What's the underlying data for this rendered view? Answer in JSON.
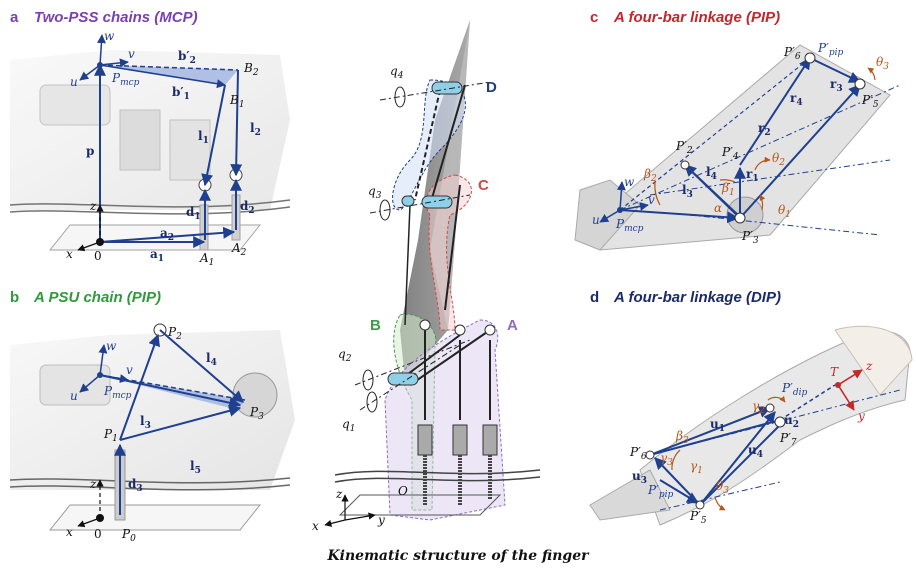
{
  "caption": "Kinematic structure of the finger",
  "panels": {
    "a": {
      "letter": "a",
      "title": "Two-PSS chains (MCP)",
      "title_color": "#7a3fb6",
      "letter_color": "#7a3fb6",
      "labels": {
        "w": "w",
        "u": "u",
        "v": "v",
        "pmcp": "P",
        "pmcp_sub": "mcp",
        "b2p": "b′",
        "b2p_sub": "2",
        "b1p": "b′",
        "b1p_sub": "1",
        "B2": "B",
        "B2_sub": "2",
        "B1": "B",
        "B1_sub": "1",
        "p": "p",
        "l1": "l",
        "l1_sub": "1",
        "l2": "l",
        "l2_sub": "2",
        "d1": "d",
        "d1_sub": "1",
        "d2": "d",
        "d2_sub": "2",
        "a1": "a",
        "a1_sub": "1",
        "a2": "a",
        "a2_sub": "2",
        "A1": "A",
        "A1_sub": "1",
        "A2": "A",
        "A2_sub": "2",
        "x": "x",
        "z": "z",
        "o": "0"
      }
    },
    "b": {
      "letter": "b",
      "title": "A PSU chain (PIP)",
      "title_color": "#2e9a3a",
      "letter_color": "#2e9a3a",
      "labels": {
        "w": "w",
        "u": "u",
        "v": "v",
        "pmcp": "P",
        "pmcp_sub": "mcp",
        "P2": "P",
        "P2_sub": "2",
        "P3": "P",
        "P3_sub": "3",
        "P1": "P",
        "P1_sub": "1",
        "P0": "P",
        "P0_sub": "0",
        "l4": "l",
        "l4_sub": "4",
        "l3": "l",
        "l3_sub": "3",
        "l5": "l",
        "l5_sub": "5",
        "d3": "d",
        "d3_sub": "3",
        "x": "x",
        "z": "z",
        "o": "0"
      }
    },
    "c": {
      "letter": "c",
      "title": "A four-bar linkage (PIP)",
      "title_color": "#c0282d",
      "letter_color": "#c0282d",
      "labels": {
        "P6p": "P′",
        "P6p_sub": "6",
        "Ppip": "P′",
        "Ppip_sub": "pip",
        "theta3": "θ",
        "theta3_sub": "3",
        "r3": "r",
        "r3_sub": "3",
        "P5p": "P′",
        "P5p_sub": "5",
        "r4": "r",
        "r4_sub": "4",
        "r2": "r",
        "r2_sub": "2",
        "P2p": "P′",
        "P2p_sub": "2",
        "P4p": "P′",
        "P4p_sub": "4",
        "theta2": "θ",
        "theta2_sub": "2",
        "beta2": "β",
        "beta2_sub": "2",
        "l4": "l",
        "l4_sub": "4",
        "r1": "r",
        "r1_sub": "1",
        "beta1": "β",
        "beta1_sub": "1",
        "l3": "l",
        "l3_sub": "3",
        "w": "w",
        "u": "u",
        "v": "v",
        "alpha": "α",
        "theta1": "θ",
        "theta1_sub": "1",
        "pmcp": "P",
        "pmcp_sub": "mcp",
        "P3p": "P′",
        "P3p_sub": "3"
      }
    },
    "d": {
      "letter": "d",
      "title": "A four-bar linkage (DIP)",
      "title_color": "#1a2a6a",
      "letter_color": "#1a2a6a",
      "labels": {
        "T": "T",
        "z": "z",
        "y": "y",
        "Pdip": "P′",
        "Pdip_sub": "dip",
        "gamma2": "γ",
        "gamma2_sub": "2",
        "u2": "u",
        "u2_sub": "2",
        "u1": "u",
        "u1_sub": "1",
        "P7p": "P′",
        "P7p_sub": "7",
        "beta3": "β",
        "beta3_sub": "3",
        "u4": "u",
        "u4_sub": "4",
        "P6p": "P′",
        "P6p_sub": "6",
        "gamma3": "γ",
        "gamma3_sub": "3",
        "gamma1": "γ",
        "gamma1_sub": "1",
        "u3": "u",
        "u3_sub": "3",
        "Ppip": "P′",
        "Ppip_sub": "pip",
        "theta3": "θ",
        "theta3_sub": "3",
        "P5p": "P′",
        "P5p_sub": "5"
      }
    },
    "center": {
      "q4": "q",
      "q4_sub": "4",
      "q3": "q",
      "q3_sub": "3",
      "q2": "q",
      "q2_sub": "2",
      "q1": "q",
      "q1_sub": "1",
      "D": "D",
      "C": "C",
      "B": "B",
      "A": "A",
      "z": "z",
      "x": "x",
      "y": "y",
      "o": "O",
      "colors": {
        "A": "#8e6bbf",
        "B": "#3f9a4c",
        "C": "#d04848",
        "D": "#203c80"
      }
    }
  }
}
